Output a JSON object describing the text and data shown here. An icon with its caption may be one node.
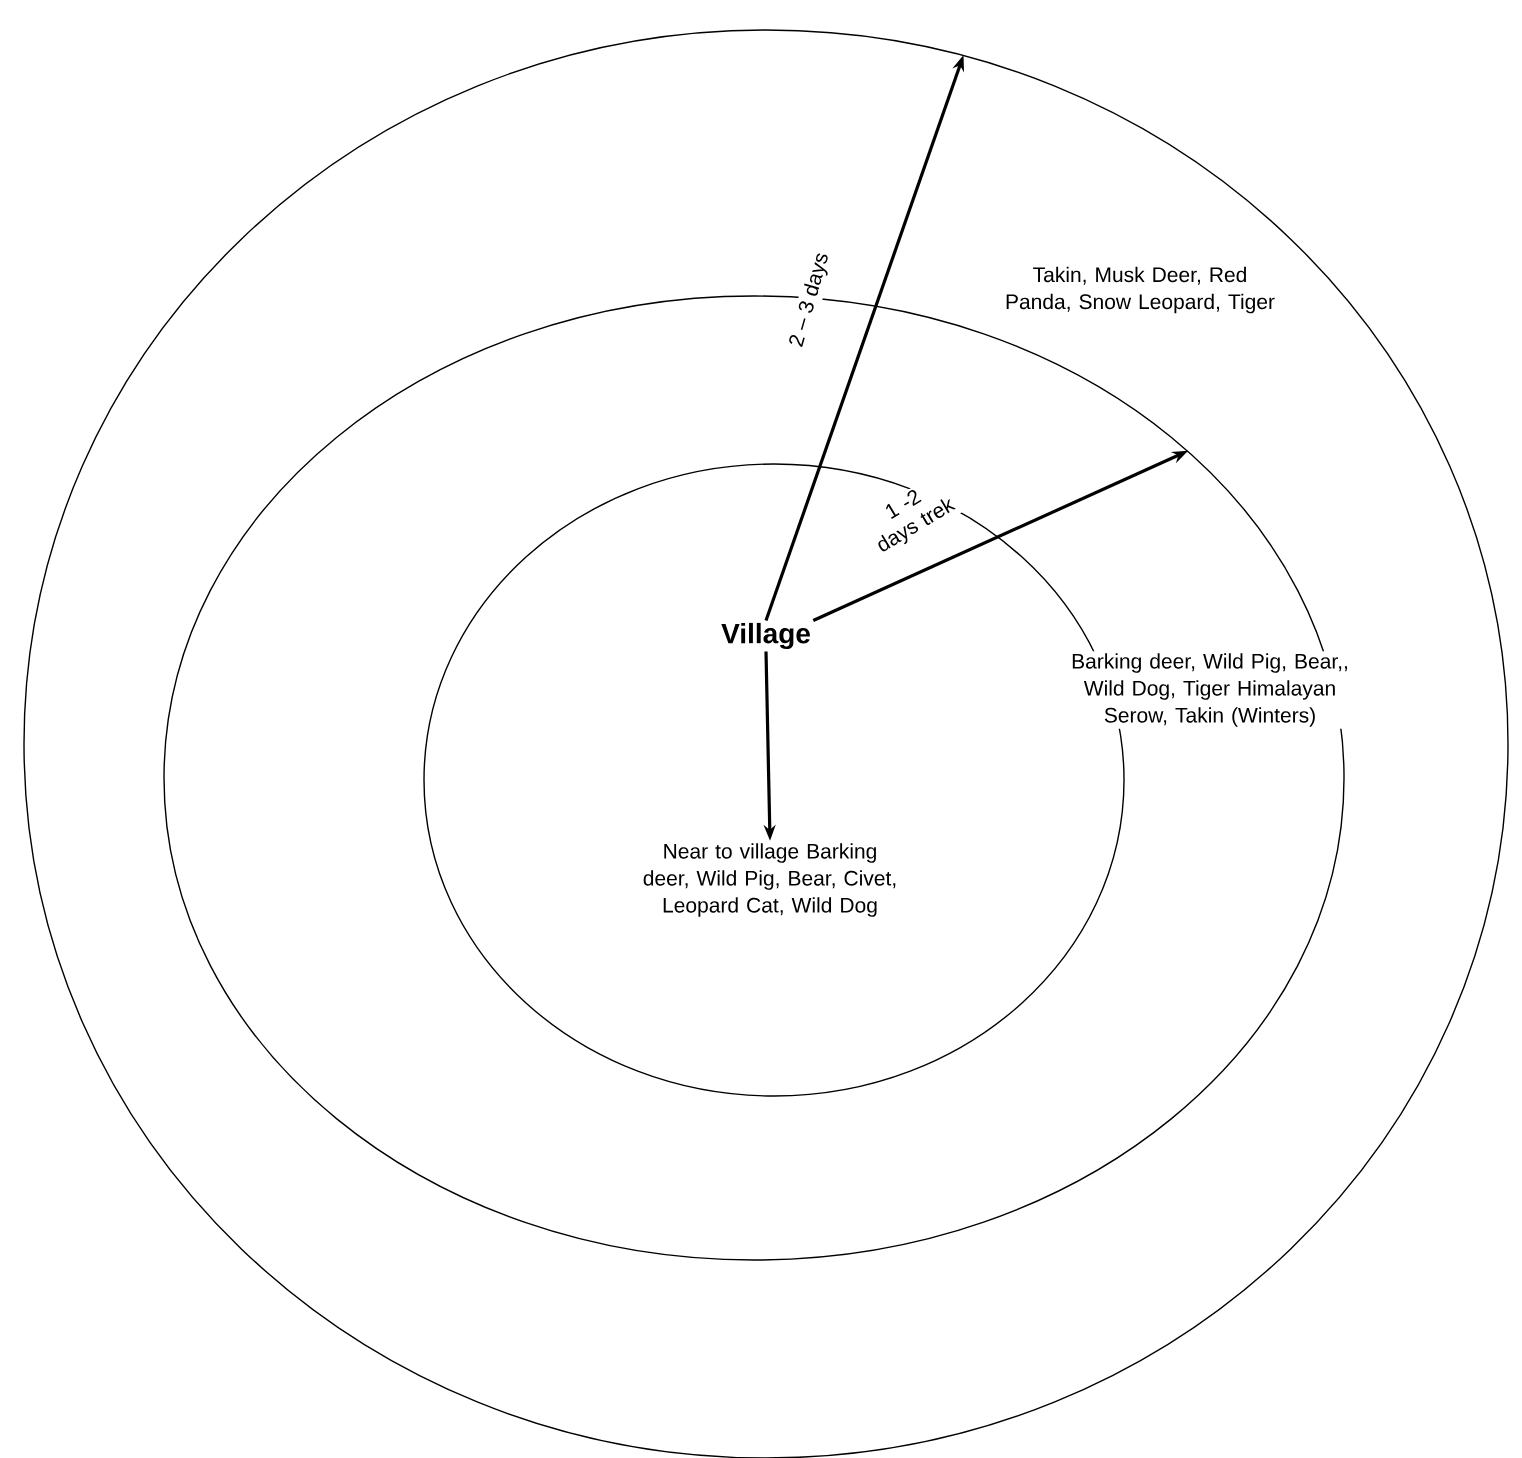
{
  "diagram": {
    "nodes": [
      {
        "text": [],
        "shape": "circle"
      },
      {
        "text": [],
        "shape": "circle",
        "in": 0
      },
      {
        "text": [],
        "shape": "circle",
        "in": 1
      },
      {
        "text": [
          "Village"
        ],
        "in": 2
      },
      {
        "text": [
          "Near to village Barking deer, Wild Pig, Bear, Civet, Leopard Cat, Wild Dog"
        ],
        "in": 2
      },
      {
        "text": [
          "Barking deer, Wild Pig, Bear,, Wild Dog, Tiger Himalayan Serow, Takin (Winters)"
        ],
        "in": 1
      },
      {
        "text": [
          "Takin, Musk Deer, Red Panda, Snow Leopard, Tiger"
        ],
        "in": 0
      }
    ],
    "edges": [
      {
        "from": 3,
        "to": 0,
        "arrow": "to",
        "label": "2 – 3 days"
      },
      {
        "from": 3,
        "to": 1,
        "arrow": "to",
        "label": "1 -2 days trek"
      },
      {
        "from": 3,
        "to": 4,
        "arrow": "to"
      }
    ]
  }
}
